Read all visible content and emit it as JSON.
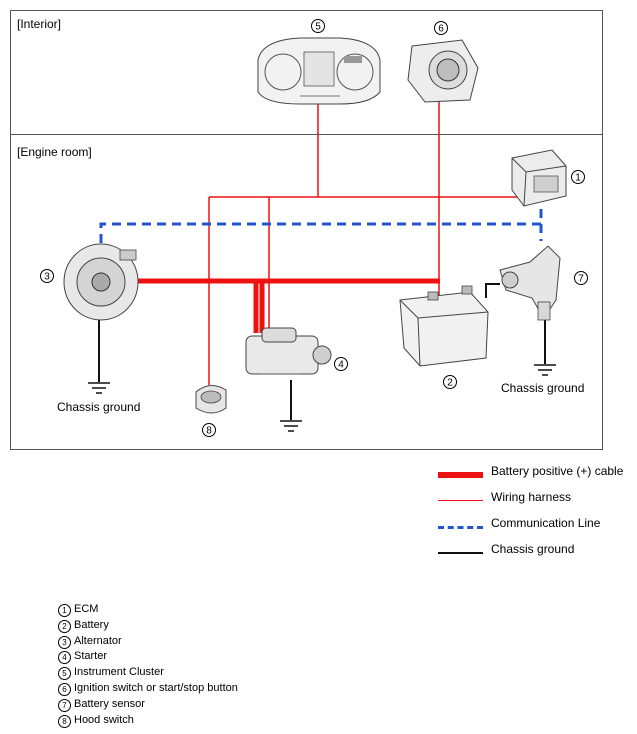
{
  "sections": {
    "interior": "[Interior]",
    "engine_room": "[Engine room]"
  },
  "callouts": {
    "ecm": "1",
    "battery": "2",
    "alternator": "3",
    "starter": "4",
    "cluster": "5",
    "ignition": "6",
    "sensor": "7",
    "hood": "8"
  },
  "ground_labels": {
    "alternator": "Chassis ground",
    "sensor": "Chassis ground"
  },
  "legend": [
    {
      "label": "Battery positive (+) cable",
      "color": "#ee1111",
      "style": "thick"
    },
    {
      "label": "Wiring harness",
      "color": "#ee1111",
      "style": "thin"
    },
    {
      "label": "Communication Line",
      "color": "#2255cc",
      "style": "dashed"
    },
    {
      "label": "Chassis ground",
      "color": "#111111",
      "style": "black"
    }
  ],
  "parts": [
    {
      "num": "1",
      "label": "ECM"
    },
    {
      "num": "2",
      "label": "Battery"
    },
    {
      "num": "3",
      "label": "Alternator"
    },
    {
      "num": "4",
      "label": "Starter"
    },
    {
      "num": "5",
      "label": "Instrument Cluster"
    },
    {
      "num": "6",
      "label": "Ignition switch or start/stop button"
    },
    {
      "num": "7",
      "label": "Battery sensor"
    },
    {
      "num": "8",
      "label": "Hood switch"
    }
  ]
}
